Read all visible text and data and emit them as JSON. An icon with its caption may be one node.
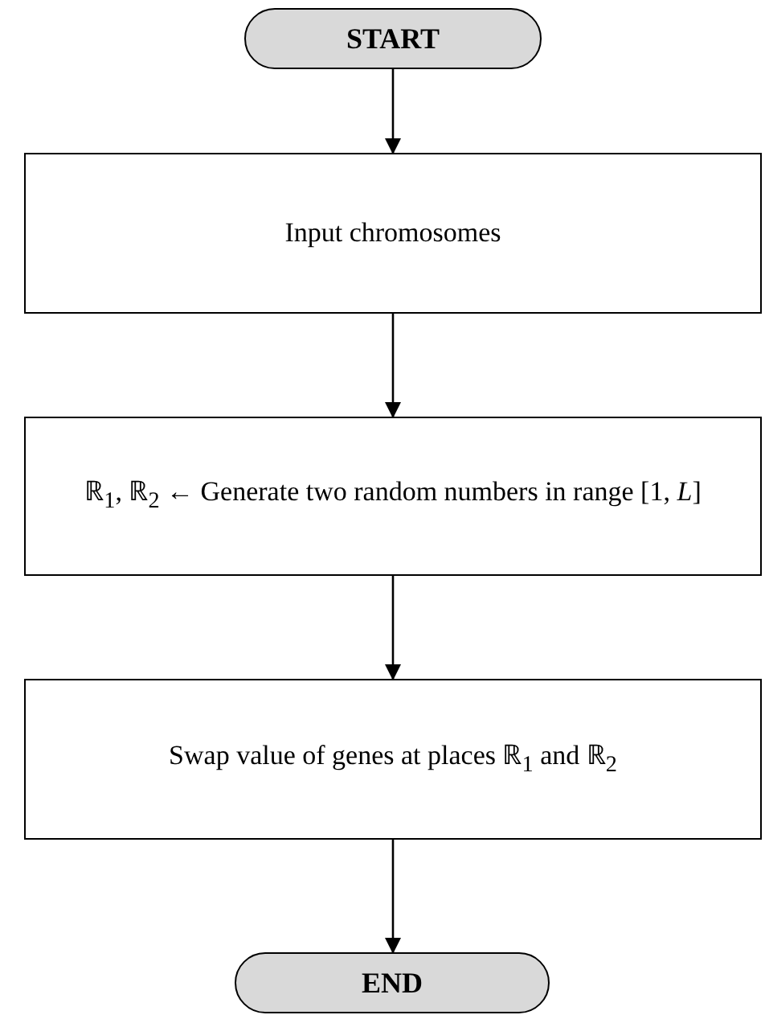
{
  "diagram": {
    "nodes": [
      {
        "text": [
          "START"
        ]
      },
      {
        "text": [
          "Input chromosomes"
        ]
      },
      {
        "text": [
          "ℝ$_{1}$, ℝ$_{2}$ ← Generate two random  numbers in range [1, *L*]"
        ]
      },
      {
        "text": [
          "Swap value of genes at places ℝ$_{1}$ and ℝ$_{2}$"
        ]
      },
      {
        "text": [
          "END"
        ]
      }
    ],
    "edges": [
      {
        "from": 0,
        "to": 1,
        "arrow": "to"
      },
      {
        "from": 1,
        "to": 2,
        "arrow": "to"
      },
      {
        "from": 2,
        "to": 3,
        "arrow": "to"
      },
      {
        "from": 3,
        "to": 4,
        "arrow": "to"
      }
    ]
  }
}
